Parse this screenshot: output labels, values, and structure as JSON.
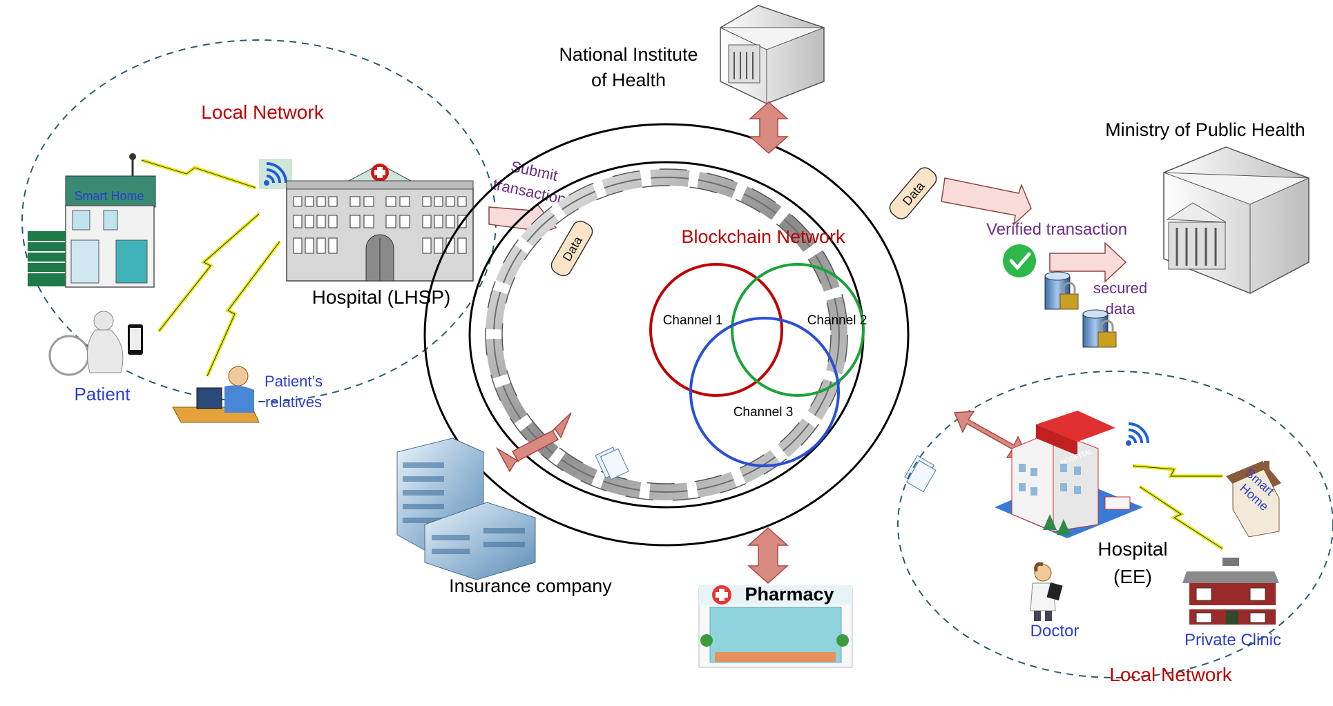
{
  "colors": {
    "local_network_red": "#c00000",
    "blue_label": "#2a3fcf",
    "purple_label": "#6b2c86",
    "channel1": "#c00000",
    "channel2": "#1aa33a",
    "channel3": "#2a4fd6",
    "arrow_fill": "#d98a80",
    "arrow_stroke": "#a8473f",
    "dashed_border": "#2d5b6a"
  },
  "center": {
    "title": "Blockchain Network",
    "channels": [
      "Channel 1",
      "Channel 2",
      "Channel 3"
    ],
    "data_labels": [
      "Data",
      "Data"
    ]
  },
  "left_network": {
    "title": "Local Network",
    "smart_home": "Smart Home",
    "hospital": "Hospital (LHSP)",
    "patient": "Patient",
    "relatives_line1": "Patient’s",
    "relatives_line2": "relatives"
  },
  "submit": {
    "line1": "Submit",
    "line2": "transaction"
  },
  "nih": {
    "line1": "National Institute",
    "line2": "of Health"
  },
  "ministry": {
    "title": "Ministry of Public Health",
    "verified": "Verified transaction",
    "secured_line1": "secured",
    "secured_line2": "data"
  },
  "insurance": {
    "label": "Insurance company"
  },
  "pharmacy": {
    "label": "Pharmacy"
  },
  "right_network": {
    "title": "Local Network",
    "hospital_line1": "Hospital",
    "hospital_line2": "(EE)",
    "smart_home_line1": "Smart",
    "smart_home_line2": "Home",
    "doctor": "Doctor",
    "private_clinic": "Private Clinic",
    "hospital_sign": "HOSPITAL"
  },
  "icons": [
    "wifi-icon",
    "lightning-icon",
    "check-icon",
    "database-lock-icon",
    "document-icon",
    "chain-icon",
    "red-cross-icon"
  ]
}
